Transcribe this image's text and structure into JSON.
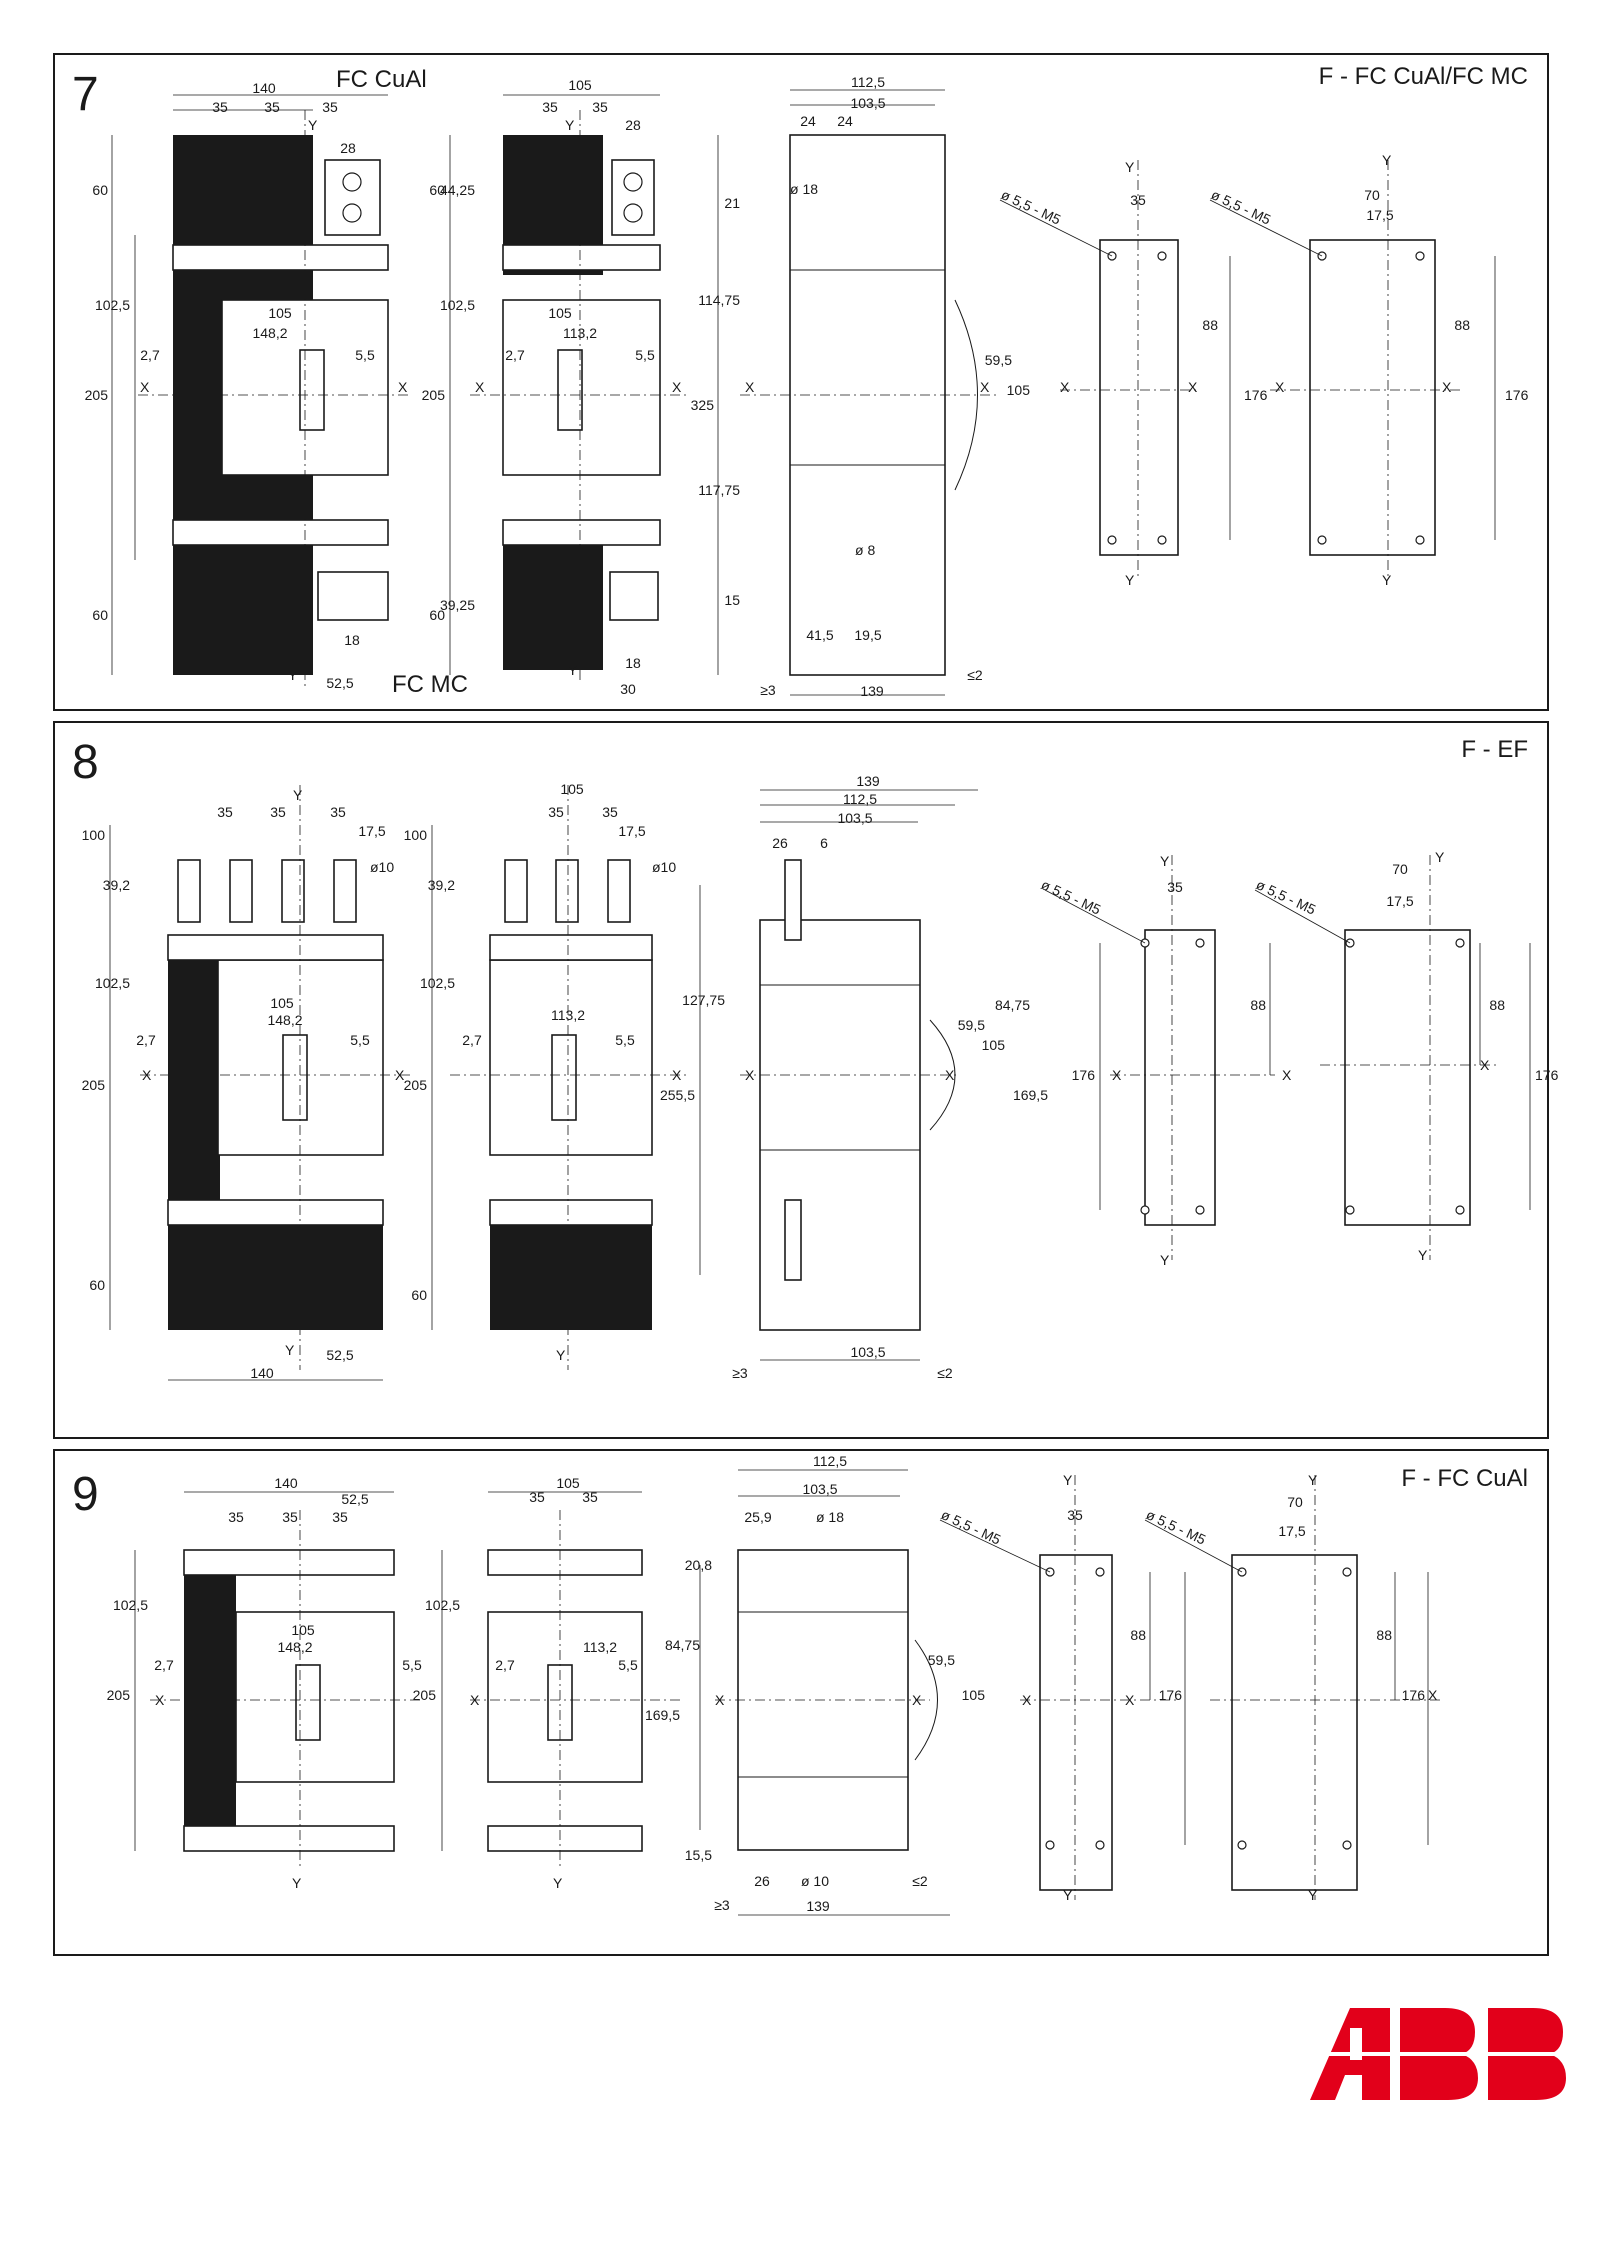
{
  "sections": [
    {
      "number": "7",
      "title": "F - FC CuAl/FC MC",
      "front_label_top": "FC CuAl",
      "front_label_bottom": "FC MC",
      "axis_x": "X",
      "axis_y": "Y",
      "dims_4p": [
        "140",
        "35",
        "35",
        "35",
        "28",
        "60",
        "102,5",
        "105",
        "148,2",
        "2,7",
        "5,5",
        "205",
        "60",
        "18",
        "52,5"
      ],
      "dims_3p": [
        "105",
        "35",
        "35",
        "28",
        "60",
        "44,25",
        "102,5",
        "105",
        "113,2",
        "2,7",
        "5,5",
        "205",
        "60",
        "39,25",
        "18",
        "30"
      ],
      "dims_side": [
        "112,5",
        "103,5",
        "24",
        "24",
        "ø 18",
        "21",
        "114,75",
        "325",
        "117,75",
        "15",
        "ø 8",
        "41,5",
        "19,5",
        "59,5",
        "105",
        "≥3",
        "139",
        "≤2"
      ],
      "dims_drill_3p": [
        "ø 5,5 - M5",
        "35",
        "88",
        "176"
      ],
      "dims_drill_4p": [
        "ø 5,5 - M5",
        "70",
        "17,5",
        "88",
        "176"
      ]
    },
    {
      "number": "8",
      "title": "F - EF",
      "axis_x": "X",
      "axis_y": "Y",
      "dims_4p": [
        "35",
        "35",
        "35",
        "17,5",
        "ø10",
        "100",
        "39,2",
        "102,5",
        "105",
        "148,2",
        "2,7",
        "5,5",
        "205",
        "60",
        "140",
        "52,5"
      ],
      "dims_3p": [
        "105",
        "35",
        "35",
        "17,5",
        "ø10",
        "100",
        "39,2",
        "102,5",
        "113,2",
        "2,7",
        "5,5",
        "205",
        "60"
      ],
      "dims_side": [
        "139",
        "112,5",
        "103,5",
        "26",
        "6",
        "127,75",
        "255,5",
        "59,5",
        "105",
        "84,75",
        "169,5",
        "≥3",
        "103,5",
        "≤2"
      ],
      "dims_drill_3p": [
        "ø 5,5 - M5",
        "35",
        "88",
        "176"
      ],
      "dims_drill_4p": [
        "ø 5,5 - M5",
        "70",
        "17,5",
        "88",
        "176"
      ]
    },
    {
      "number": "9",
      "title": "F - FC CuAl",
      "axis_x": "X",
      "axis_y": "Y",
      "dims_4p": [
        "140",
        "35",
        "35",
        "35",
        "52,5",
        "102,5",
        "105",
        "148,2",
        "2,7",
        "5,5",
        "205"
      ],
      "dims_3p": [
        "105",
        "35",
        "35",
        "102,5",
        "113,2",
        "2,7",
        "5,5",
        "205"
      ],
      "dims_side": [
        "112,5",
        "103,5",
        "25,9",
        "ø 18",
        "20,8",
        "84,75",
        "169,5",
        "59,5",
        "105",
        "15,5",
        "26",
        "ø 10",
        "≤2",
        "≥3",
        "139"
      ],
      "dims_drill_3p": [
        "ø 5,5 - M5",
        "35",
        "88",
        "176"
      ],
      "dims_drill_4p": [
        "ø 5,5 - M5",
        "70",
        "17,5",
        "88",
        "176"
      ]
    }
  ],
  "logo": {
    "text": "ABB",
    "color": "#E2001A"
  }
}
